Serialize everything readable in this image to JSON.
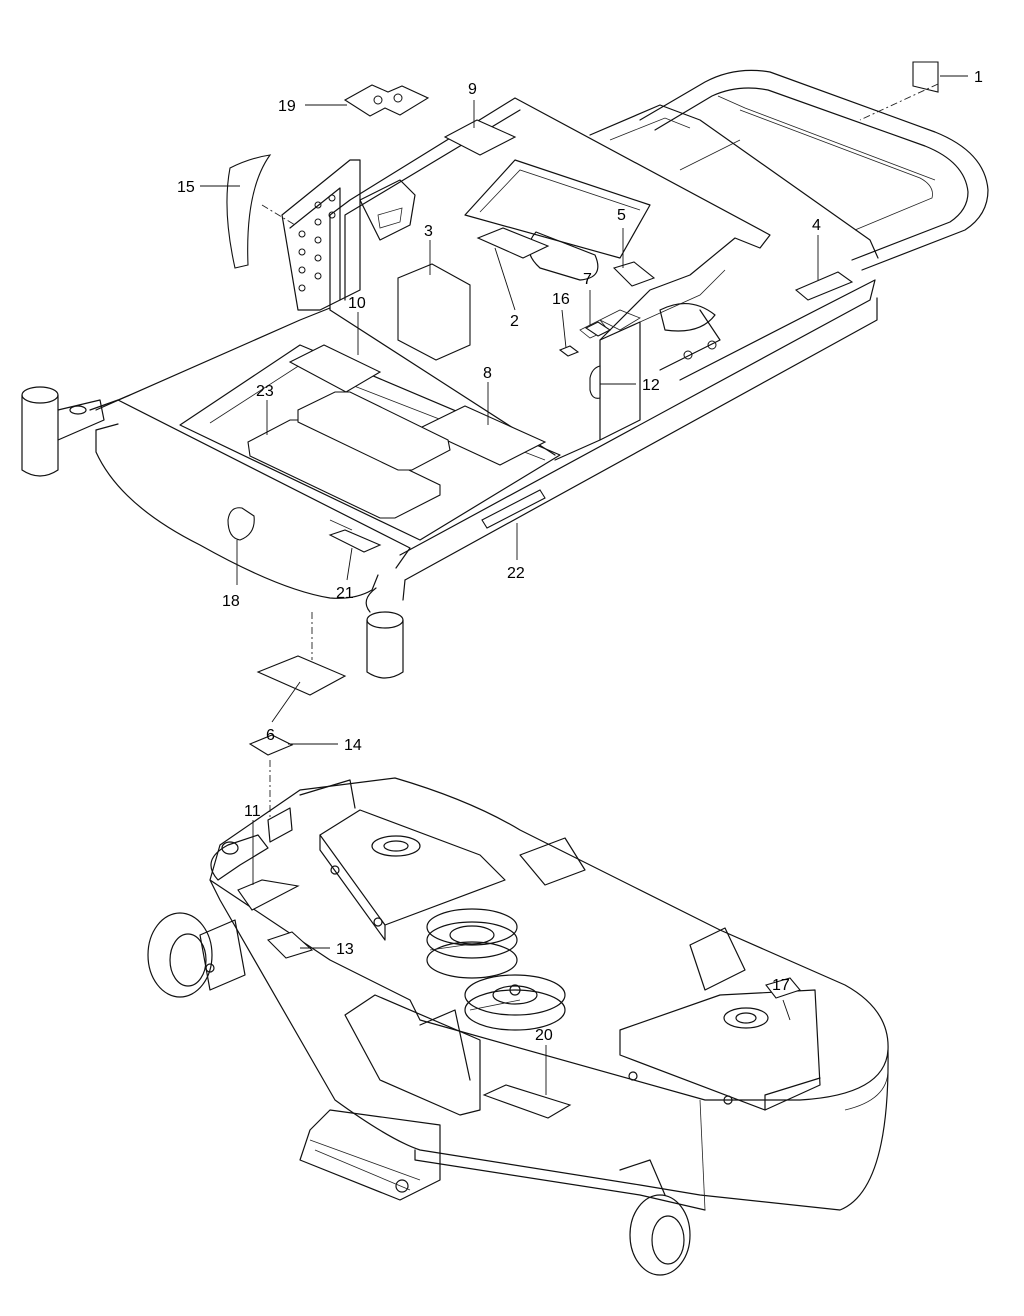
{
  "callouts": [
    {
      "id": "c1",
      "label": "1"
    },
    {
      "id": "c2",
      "label": "2"
    },
    {
      "id": "c3",
      "label": "3"
    },
    {
      "id": "c4",
      "label": "4"
    },
    {
      "id": "c5",
      "label": "5"
    },
    {
      "id": "c6",
      "label": "6"
    },
    {
      "id": "c7",
      "label": "7"
    },
    {
      "id": "c8",
      "label": "8"
    },
    {
      "id": "c9",
      "label": "9"
    },
    {
      "id": "c10",
      "label": "10"
    },
    {
      "id": "c11",
      "label": "11"
    },
    {
      "id": "c12",
      "label": "12"
    },
    {
      "id": "c13",
      "label": "13"
    },
    {
      "id": "c14",
      "label": "14"
    },
    {
      "id": "c15",
      "label": "15"
    },
    {
      "id": "c16",
      "label": "16"
    },
    {
      "id": "c17",
      "label": "17"
    },
    {
      "id": "c18",
      "label": "18"
    },
    {
      "id": "c19",
      "label": "19"
    },
    {
      "id": "c20",
      "label": "20"
    },
    {
      "id": "c21",
      "label": "21"
    },
    {
      "id": "c22",
      "label": "22"
    },
    {
      "id": "c23",
      "label": "23"
    }
  ],
  "colors": {
    "line": "#111111",
    "background": "#ffffff"
  }
}
